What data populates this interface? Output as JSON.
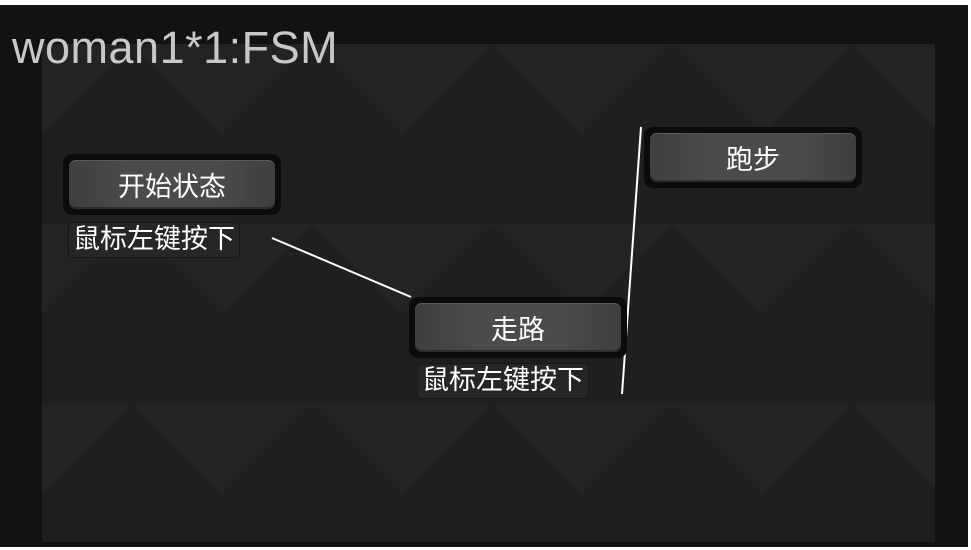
{
  "title": "woman1*1:FSM",
  "states": [
    {
      "name": "开始状态",
      "transition": "鼠标左键按下"
    },
    {
      "name": "走路",
      "transition": "鼠标左键按下"
    },
    {
      "name": "跑步"
    }
  ]
}
